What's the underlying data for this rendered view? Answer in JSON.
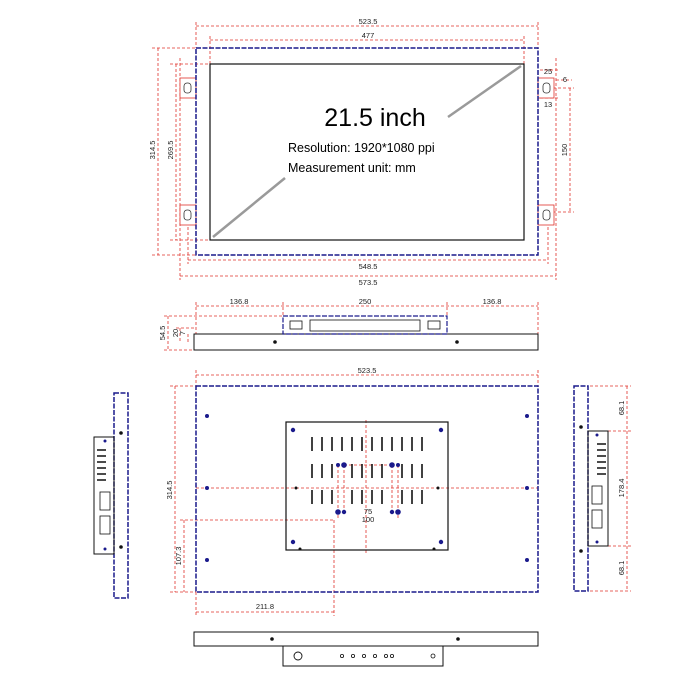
{
  "front_view": {
    "title": "21.5 inch",
    "resolution": "Resolution: 1920*1080 ppi",
    "unit": "Measurement unit: mm",
    "dims": {
      "outer_width": "523.5",
      "screen_width": "477",
      "outer_height": "314.5",
      "screen_height": "269.5",
      "hole_span_x": "548.5",
      "total_width": "573.5",
      "hole_span_y": "150",
      "bracket_w": "25",
      "bracket_hole": "6",
      "bracket_h": "13"
    }
  },
  "top_view": {
    "dims": {
      "left": "136.8",
      "center": "250",
      "right": "136.8",
      "depth": "54.5",
      "small_a": "7",
      "small_b": "20"
    }
  },
  "rear_view": {
    "dims": {
      "width": "523.5",
      "height": "314.5",
      "vesa_inner": "75",
      "vesa_outer": "100",
      "offset_y": "107.3",
      "offset_x": "211.8"
    }
  },
  "right_side_view": {
    "dims": {
      "top": "68.1",
      "middle": "178.4",
      "bottom": "68.1"
    }
  },
  "colors": {
    "outline": "#1a1a8c",
    "dimension": "#e0322b",
    "line": "#111111",
    "diagonal": "#9a9a9a"
  }
}
